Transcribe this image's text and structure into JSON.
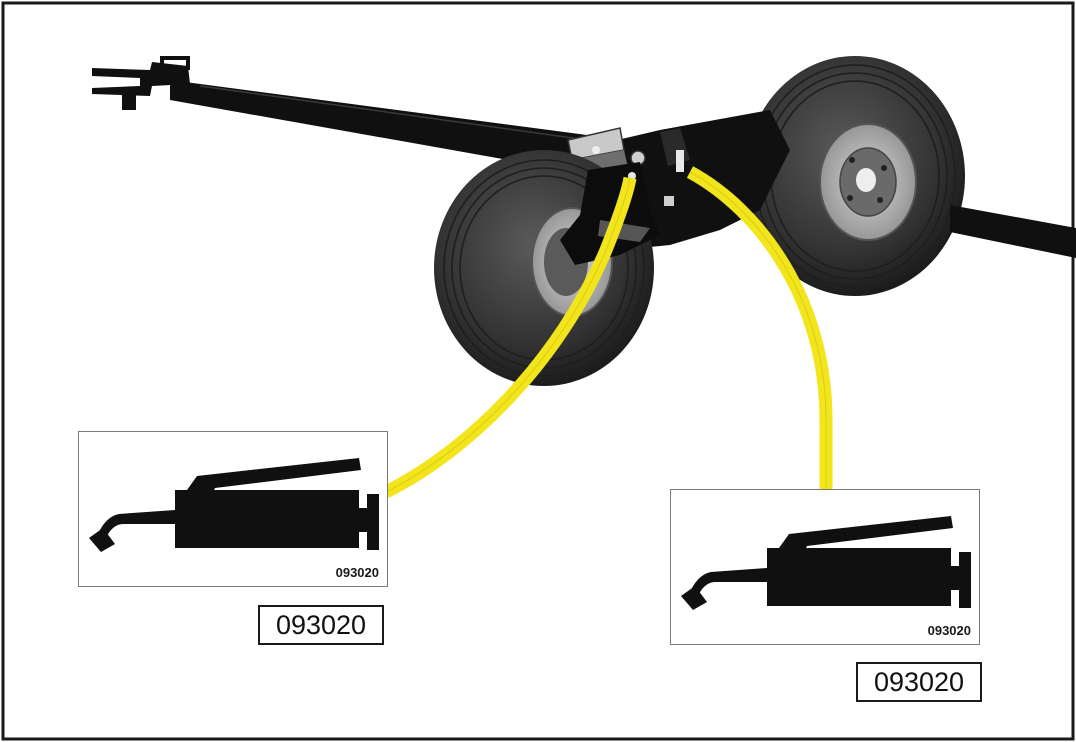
{
  "insets": [
    {
      "code": "093020",
      "icon": "grease-gun-icon"
    },
    {
      "code": "093020",
      "icon": "grease-gun-icon"
    }
  ],
  "labels": [
    "093020",
    "093020"
  ],
  "colors": {
    "leader": "#f2e51c",
    "machine": "#101010",
    "tire": "#3a3a3a",
    "rim": "#a6a6a6",
    "frame": "#1a1a1a",
    "inset_border": "#7a7a7a"
  }
}
